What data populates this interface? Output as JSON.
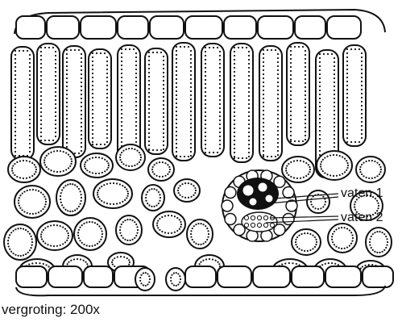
{
  "labels": {
    "vessel_1": "vaten 1",
    "vessel_2": "vaten 2",
    "magnification": "vergroting: 200x"
  },
  "colors": {
    "ink": "#111111",
    "paper": "#ffffff"
  }
}
